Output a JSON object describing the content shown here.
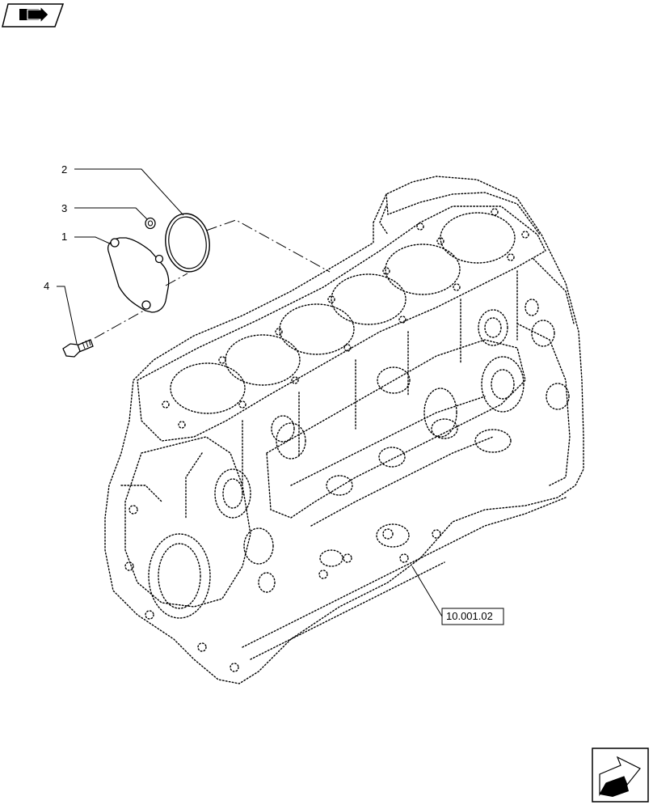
{
  "callouts": [
    {
      "label": "1"
    },
    {
      "label": "2"
    },
    {
      "label": "3"
    },
    {
      "label": "4"
    }
  ],
  "reference": {
    "code": "10.001.02"
  },
  "icons": {
    "top_left": "book-arrow-icon",
    "bottom_right": "next-page-arrow-icon"
  }
}
